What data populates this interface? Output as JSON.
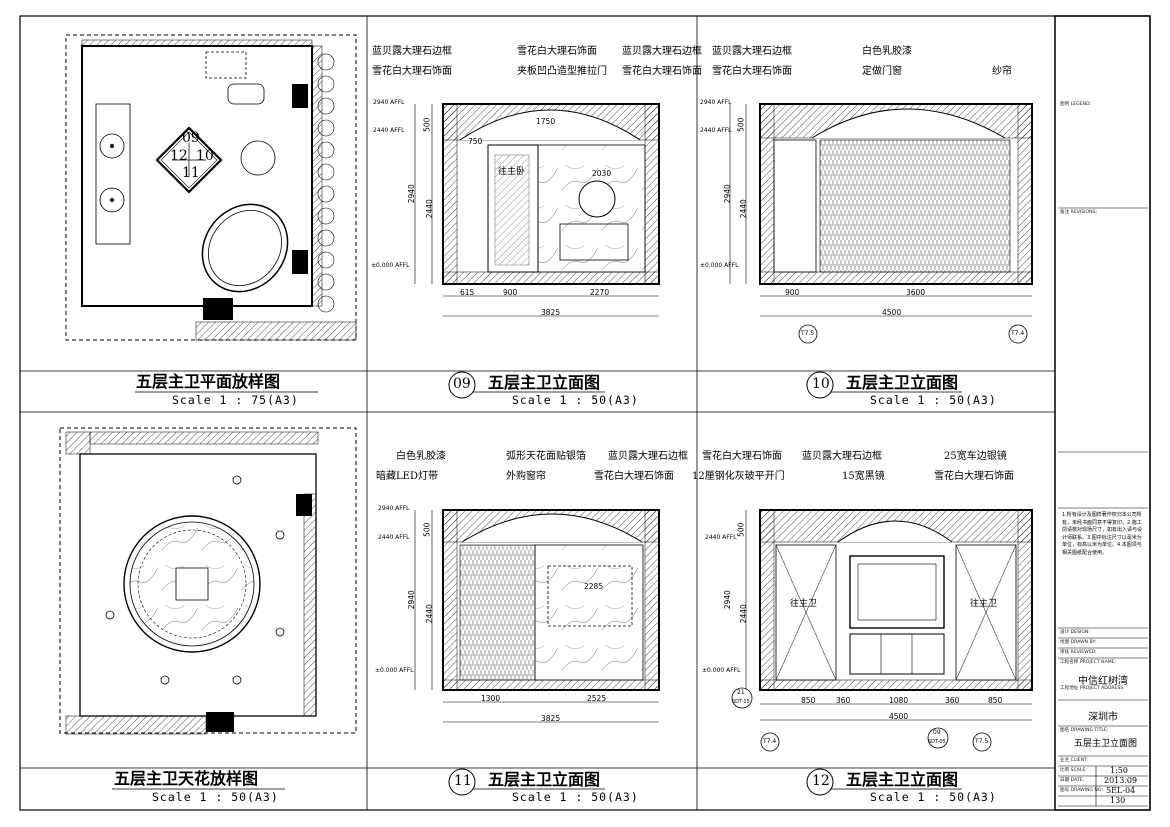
{
  "panels": {
    "p1": {
      "title": "五层主卫平面放样图",
      "scale": "Scale 1 : 75(A3)",
      "symbols": [
        "09",
        "12",
        "10",
        "11"
      ]
    },
    "p2": {
      "number": "09",
      "title": "五层主卫立面图",
      "scale": "Scale 1 : 50(A3)",
      "labels": [
        "蓝贝露大理石边框",
        "雪花白大理石饰面",
        "雪花白大理石饰面",
        "夹板凹凸造型推拉门",
        "蓝贝露大理石边框",
        "雪花白大理石饰面"
      ],
      "levels": [
        "2940 AFFL",
        "2440 AFFL",
        "±0.000 AFFL"
      ],
      "vdims": [
        "500",
        "2940",
        "2440"
      ],
      "hdims": [
        "615",
        "900",
        "2270",
        "3825"
      ],
      "inner": [
        "往主卧",
        "2030",
        "750",
        "1750"
      ]
    },
    "p3": {
      "number": "10",
      "title": "五层主卫立面图",
      "scale": "Scale 1 : 50(A3)",
      "labels": [
        "蓝贝露大理石边框",
        "雪花白大理石饰面",
        "白色乳胶漆",
        "定做门窗",
        "纱帘"
      ],
      "levels": [
        "2940 AFFL",
        "2440 AFFL",
        "±0.000 AFFL"
      ],
      "vdims": [
        "500",
        "2940",
        "2440"
      ],
      "hdims": [
        "900",
        "3600",
        "4500"
      ],
      "refs": [
        "T7.5",
        "T7.4"
      ]
    },
    "p4": {
      "title": "五层主卫天花放样图",
      "scale": "Scale 1 : 50(A3)"
    },
    "p5": {
      "number": "11",
      "title": "五层主卫立面图",
      "scale": "Scale 1 : 50(A3)",
      "labels": [
        "白色乳胶漆",
        "暗藏LED灯带",
        "弧形天花面贴银箔",
        "外购窗帘",
        "蓝贝露大理石边框",
        "雪花白大理石饰面"
      ],
      "levels": [
        "2940 AFFL",
        "2440 AFFL",
        "±0.000 AFFL"
      ],
      "vdims": [
        "500",
        "2940",
        "2440"
      ],
      "hdims": [
        "1300",
        "2525",
        "3825"
      ],
      "inner": [
        "2285"
      ]
    },
    "p6": {
      "number": "12",
      "title": "五层主卫立面图",
      "scale": "Scale 1 : 50(A3)",
      "labels": [
        "雪花白大理石饰面",
        "12厘钢化灰玻平开门",
        "蓝贝露大理石边框",
        "15宽黑镜",
        "25宽车边银镜",
        "雪花白大理石饰面"
      ],
      "levels": [
        "2440 AFFL",
        "±0.000 AFFL"
      ],
      "vdims": [
        "500",
        "2940",
        "2440"
      ],
      "hdims": [
        "850",
        "360",
        "1080",
        "360",
        "850",
        "4500"
      ],
      "inner": [
        "往主卫",
        "往主卫"
      ],
      "refs": [
        "T7.4",
        "T7.5"
      ],
      "callouts": [
        {
          "top": "21",
          "bottom": "SDT-15"
        },
        {
          "top": "09",
          "bottom": "SDT-05"
        }
      ]
    }
  },
  "title_block": {
    "legend_label": "图例 LEGEND:",
    "revisions_label": "备注 REVISIONS:",
    "notes": "1.所有设计及图样著作权归本公司所有，未经书面同意不得复印。2.施工前请核对现场尺寸，如有出入请与设计师联系。3.图中标注尺寸以毫米为单位，标高以米为单位。4.本图须与相关图纸配合使用。",
    "design_label": "设计 DESIGN:",
    "drawn_label": "绘图 DRAWN BY:",
    "check_label": "审核 REVIEWED:",
    "project_label": "工程名称 PROJECT NAME:",
    "project_value": "中信红树湾",
    "address_label": "工程地址 PROJECT ADDRESS:",
    "address_value": "深圳市",
    "drawing_title_label": "图名 DRAWING TITLE:",
    "drawing_title_value": "五层主卫立面图",
    "client_label": "业主 CLIENT:",
    "scale_label": "比例 SCALE:",
    "scale_value": "1:50",
    "date_label": "日期 DATE:",
    "date_value": "2013.09",
    "no_label": "图号 DRAWING NO:",
    "no_value": "5EL-04",
    "page_value": "130"
  }
}
